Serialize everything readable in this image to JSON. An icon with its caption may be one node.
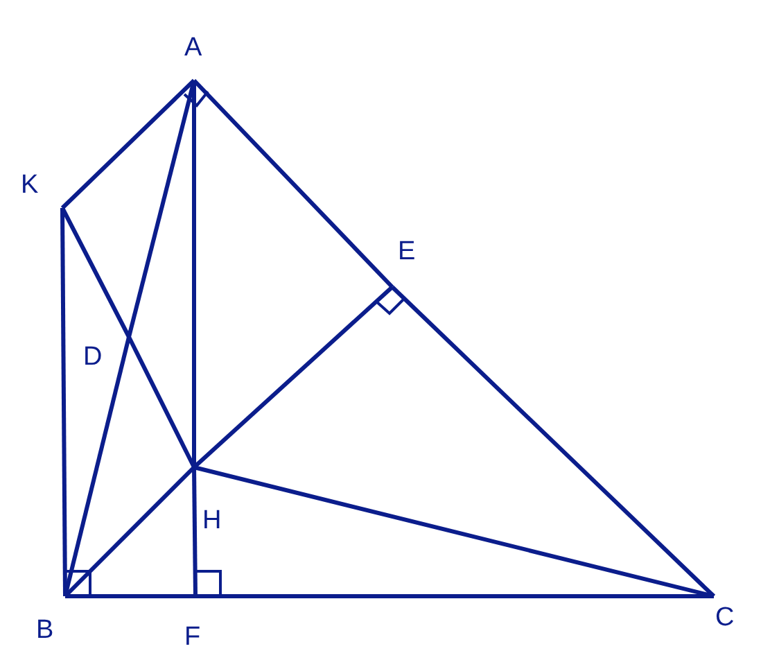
{
  "diagram": {
    "nodes": [
      {
        "text": [
          "A"
        ]
      },
      {
        "text": [
          "K"
        ]
      },
      {
        "text": [
          "E"
        ]
      },
      {
        "text": [
          "D"
        ]
      },
      {
        "text": [
          "H"
        ]
      },
      {
        "text": [
          "B"
        ]
      },
      {
        "text": [
          "F"
        ]
      },
      {
        "text": [
          "C"
        ]
      }
    ],
    "edges": [
      {
        "from": 0,
        "to": 1,
        "arrow": "none"
      },
      {
        "from": 1,
        "to": 5,
        "arrow": "none"
      },
      {
        "from": 5,
        "to": 6,
        "arrow": "none"
      },
      {
        "from": 6,
        "to": 7,
        "arrow": "none"
      },
      {
        "from": 0,
        "to": 2,
        "arrow": "none"
      },
      {
        "from": 2,
        "to": 7,
        "arrow": "none"
      },
      {
        "from": 0,
        "to": 4,
        "arrow": "none"
      },
      {
        "from": 4,
        "to": 6,
        "arrow": "none"
      },
      {
        "from": 5,
        "to": 4,
        "arrow": "none"
      },
      {
        "from": 4,
        "to": 2,
        "arrow": "none"
      },
      {
        "from": 1,
        "to": 3,
        "arrow": "none"
      },
      {
        "from": 3,
        "to": 4,
        "arrow": "none"
      },
      {
        "from": 5,
        "to": 3,
        "arrow": "none"
      },
      {
        "from": 3,
        "to": 0,
        "arrow": "none"
      },
      {
        "from": 4,
        "to": 7,
        "arrow": "none"
      }
    ]
  }
}
